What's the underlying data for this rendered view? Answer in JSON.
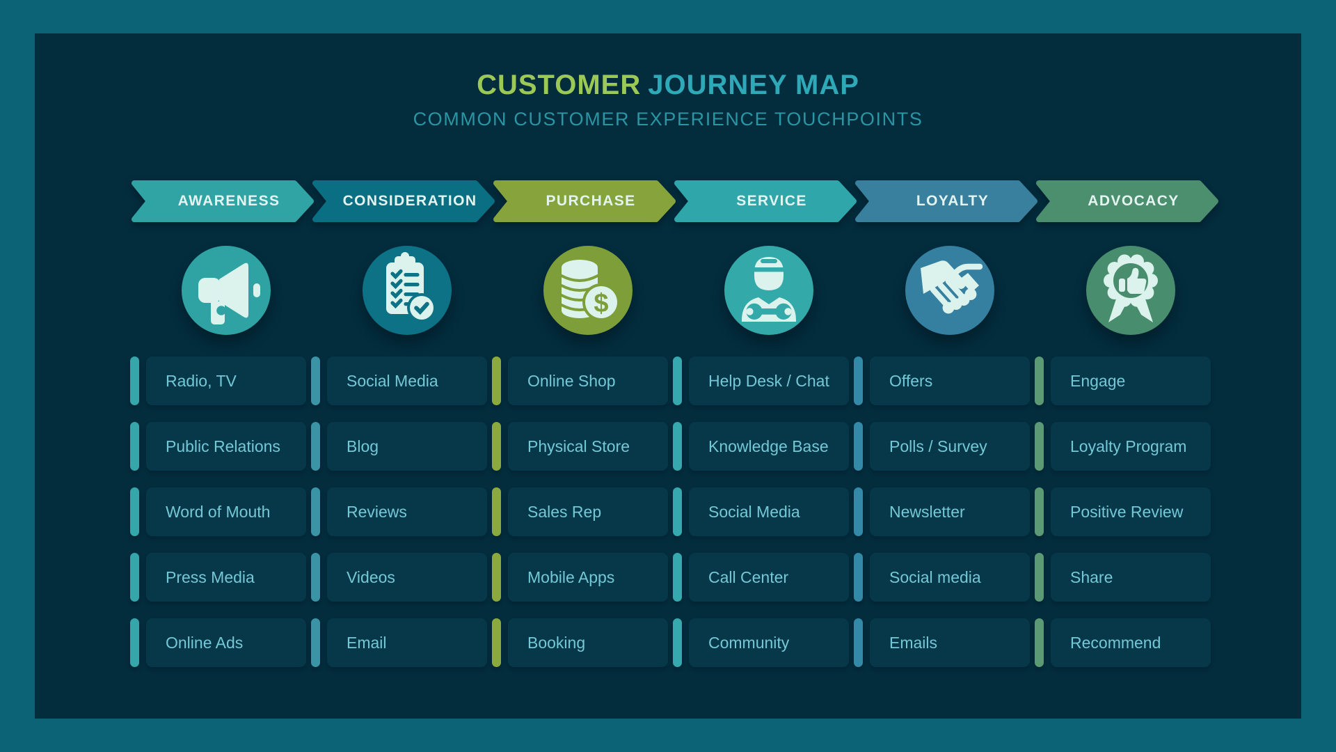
{
  "header": {
    "title_part1": "CUSTOMER",
    "title_part2": "JOURNEY MAP",
    "subtitle": "COMMON CUSTOMER EXPERIENCE TOUCHPOINTS"
  },
  "colors": {
    "background": "#0c6375",
    "panel": "#032c3d",
    "item_bg": "#07384a",
    "item_text": "#74c8d6",
    "title_accent": "#9cc857",
    "title_teal": "#2fa8b8",
    "subtitle_text": "#2b95a3",
    "stage_label_text": "#e3f4f1",
    "icon_glyph": "#dcf2ec"
  },
  "stages": [
    {
      "label": "AWARENESS",
      "icon": "megaphone-icon",
      "color": "#30a3a5",
      "circle_color": "#2fa3a3",
      "bar_color": "#35a7ab",
      "items": [
        "Radio, TV",
        "Public Relations",
        "Word of Mouth",
        "Press Media",
        "Online Ads"
      ]
    },
    {
      "label": "CONSIDERATION",
      "icon": "clipboard-checklist-icon",
      "color": "#0a6f82",
      "circle_color": "#0d7285",
      "bar_color": "#3b93a6",
      "items": [
        "Social Media",
        "Blog",
        "Reviews",
        "Videos",
        "Email"
      ]
    },
    {
      "label": "PURCHASE",
      "icon": "coins-dollar-icon",
      "color": "#86a43b",
      "circle_color": "#7d9e39",
      "bar_color": "#8ba93e",
      "items": [
        "Online Shop",
        "Physical Store",
        "Sales Rep",
        "Mobile Apps",
        "Booking"
      ]
    },
    {
      "label": "SERVICE",
      "icon": "technician-wrench-icon",
      "color": "#2fa6a9",
      "circle_color": "#34a9a9",
      "bar_color": "#36a9ae",
      "items": [
        "Help Desk / Chat",
        "Knowledge Base",
        "Social Media",
        "Call Center",
        "Community"
      ]
    },
    {
      "label": "LOYALTY",
      "icon": "handshake-icon",
      "color": "#38809d",
      "circle_color": "#357fa0",
      "bar_color": "#3389a8",
      "items": [
        "Offers",
        "Polls / Survey",
        "Newsletter",
        "Social media",
        "Emails"
      ]
    },
    {
      "label": "ADVOCACY",
      "icon": "award-thumbs-up-icon",
      "color": "#4b8f6e",
      "circle_color": "#488d6d",
      "bar_color": "#5b9a75",
      "items": [
        "Engage",
        "Loyalty Program",
        "Positive Review",
        "Share",
        "Recommend"
      ]
    }
  ]
}
